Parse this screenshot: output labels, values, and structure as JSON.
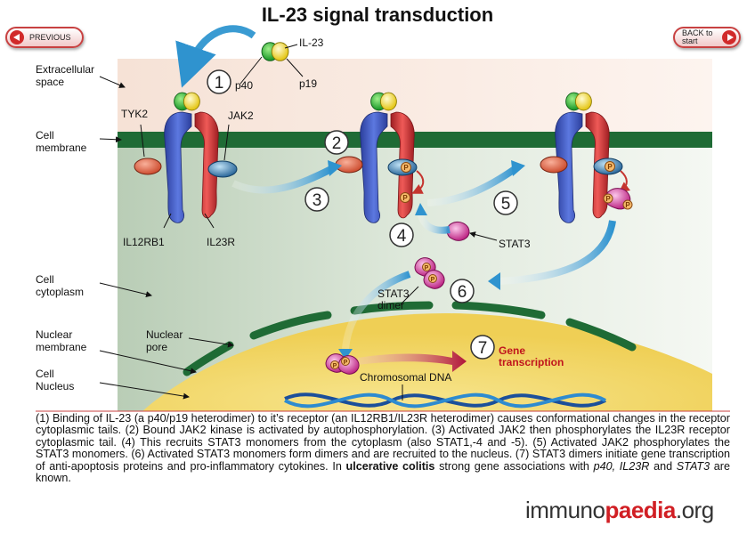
{
  "title": "IL-23 signal transduction",
  "nav": {
    "previous": "PREVIOUS",
    "back": "BACK to start"
  },
  "labels": {
    "il23": "IL-23",
    "p40": "p40",
    "p19": "p19",
    "tyk2": "TYK2",
    "jak2": "JAK2",
    "il12rb1": "IL12RB1",
    "il23r": "IL23R",
    "stat3": "STAT3",
    "stat3_dimer": "STAT3 dimer",
    "gene_transcription": "Gene transcription",
    "chromosomal_dna": "Chromosomal DNA",
    "phospho": "P"
  },
  "regions": {
    "extracellular": "Extracellular space",
    "cell_membrane": "Cell membrane",
    "cytoplasm": "Cell cytoplasm",
    "nuclear_membrane": "Nuclear membrane",
    "nuclear_pore": "Nuclear pore",
    "nucleus": "Cell Nucleus"
  },
  "steps": [
    "1",
    "2",
    "3",
    "4",
    "5",
    "6",
    "7"
  ],
  "description": {
    "p1": "(1) Binding of IL-23 (a p40/p19 heterodimer) to it’s receptor (an IL12RB1/IL23R heterodimer) causes conformational changes in the receptor cytoplasmic tails. (2) Bound JAK2 kinase is activated by autophosphorylation. (3) Activated JAK2 then phosphorylates the IL23R receptor cytoplasmic tail. (4) This recruits STAT3 monomers from the cytoplasm (also STAT1,-4 and -5). (5) Activated JAK2 phosphorylates the STAT3 monomers. (6) Activated STAT3 monomers form dimers and are recruited to the nucleus. (7) STAT3 dimers initiate gene transcription of anti-apoptosis proteins and pro-inflammatory cytokines. In ",
    "bold": "ulcerative colitis",
    "p2": " strong gene associations with ",
    "genes1": "p40, IL23R",
    "and": " and ",
    "genes2": "STAT3",
    "p3": " are known."
  },
  "logo": {
    "a": "immuno",
    "b": "paedia",
    "c": ".org"
  },
  "colors": {
    "membrane": "#1f6b35",
    "il12rb1": "#3a57c4",
    "il23r": "#d2353a",
    "tyk2": "#e26a4a",
    "jak2": "#2e7ab3",
    "stat3": "#e23fa6",
    "p40": "#27b23a",
    "p19": "#f2e33a",
    "arrow": "#3a9bd2",
    "nucleus": "#f3d96a",
    "gene_arrow": "#b11d3d"
  }
}
